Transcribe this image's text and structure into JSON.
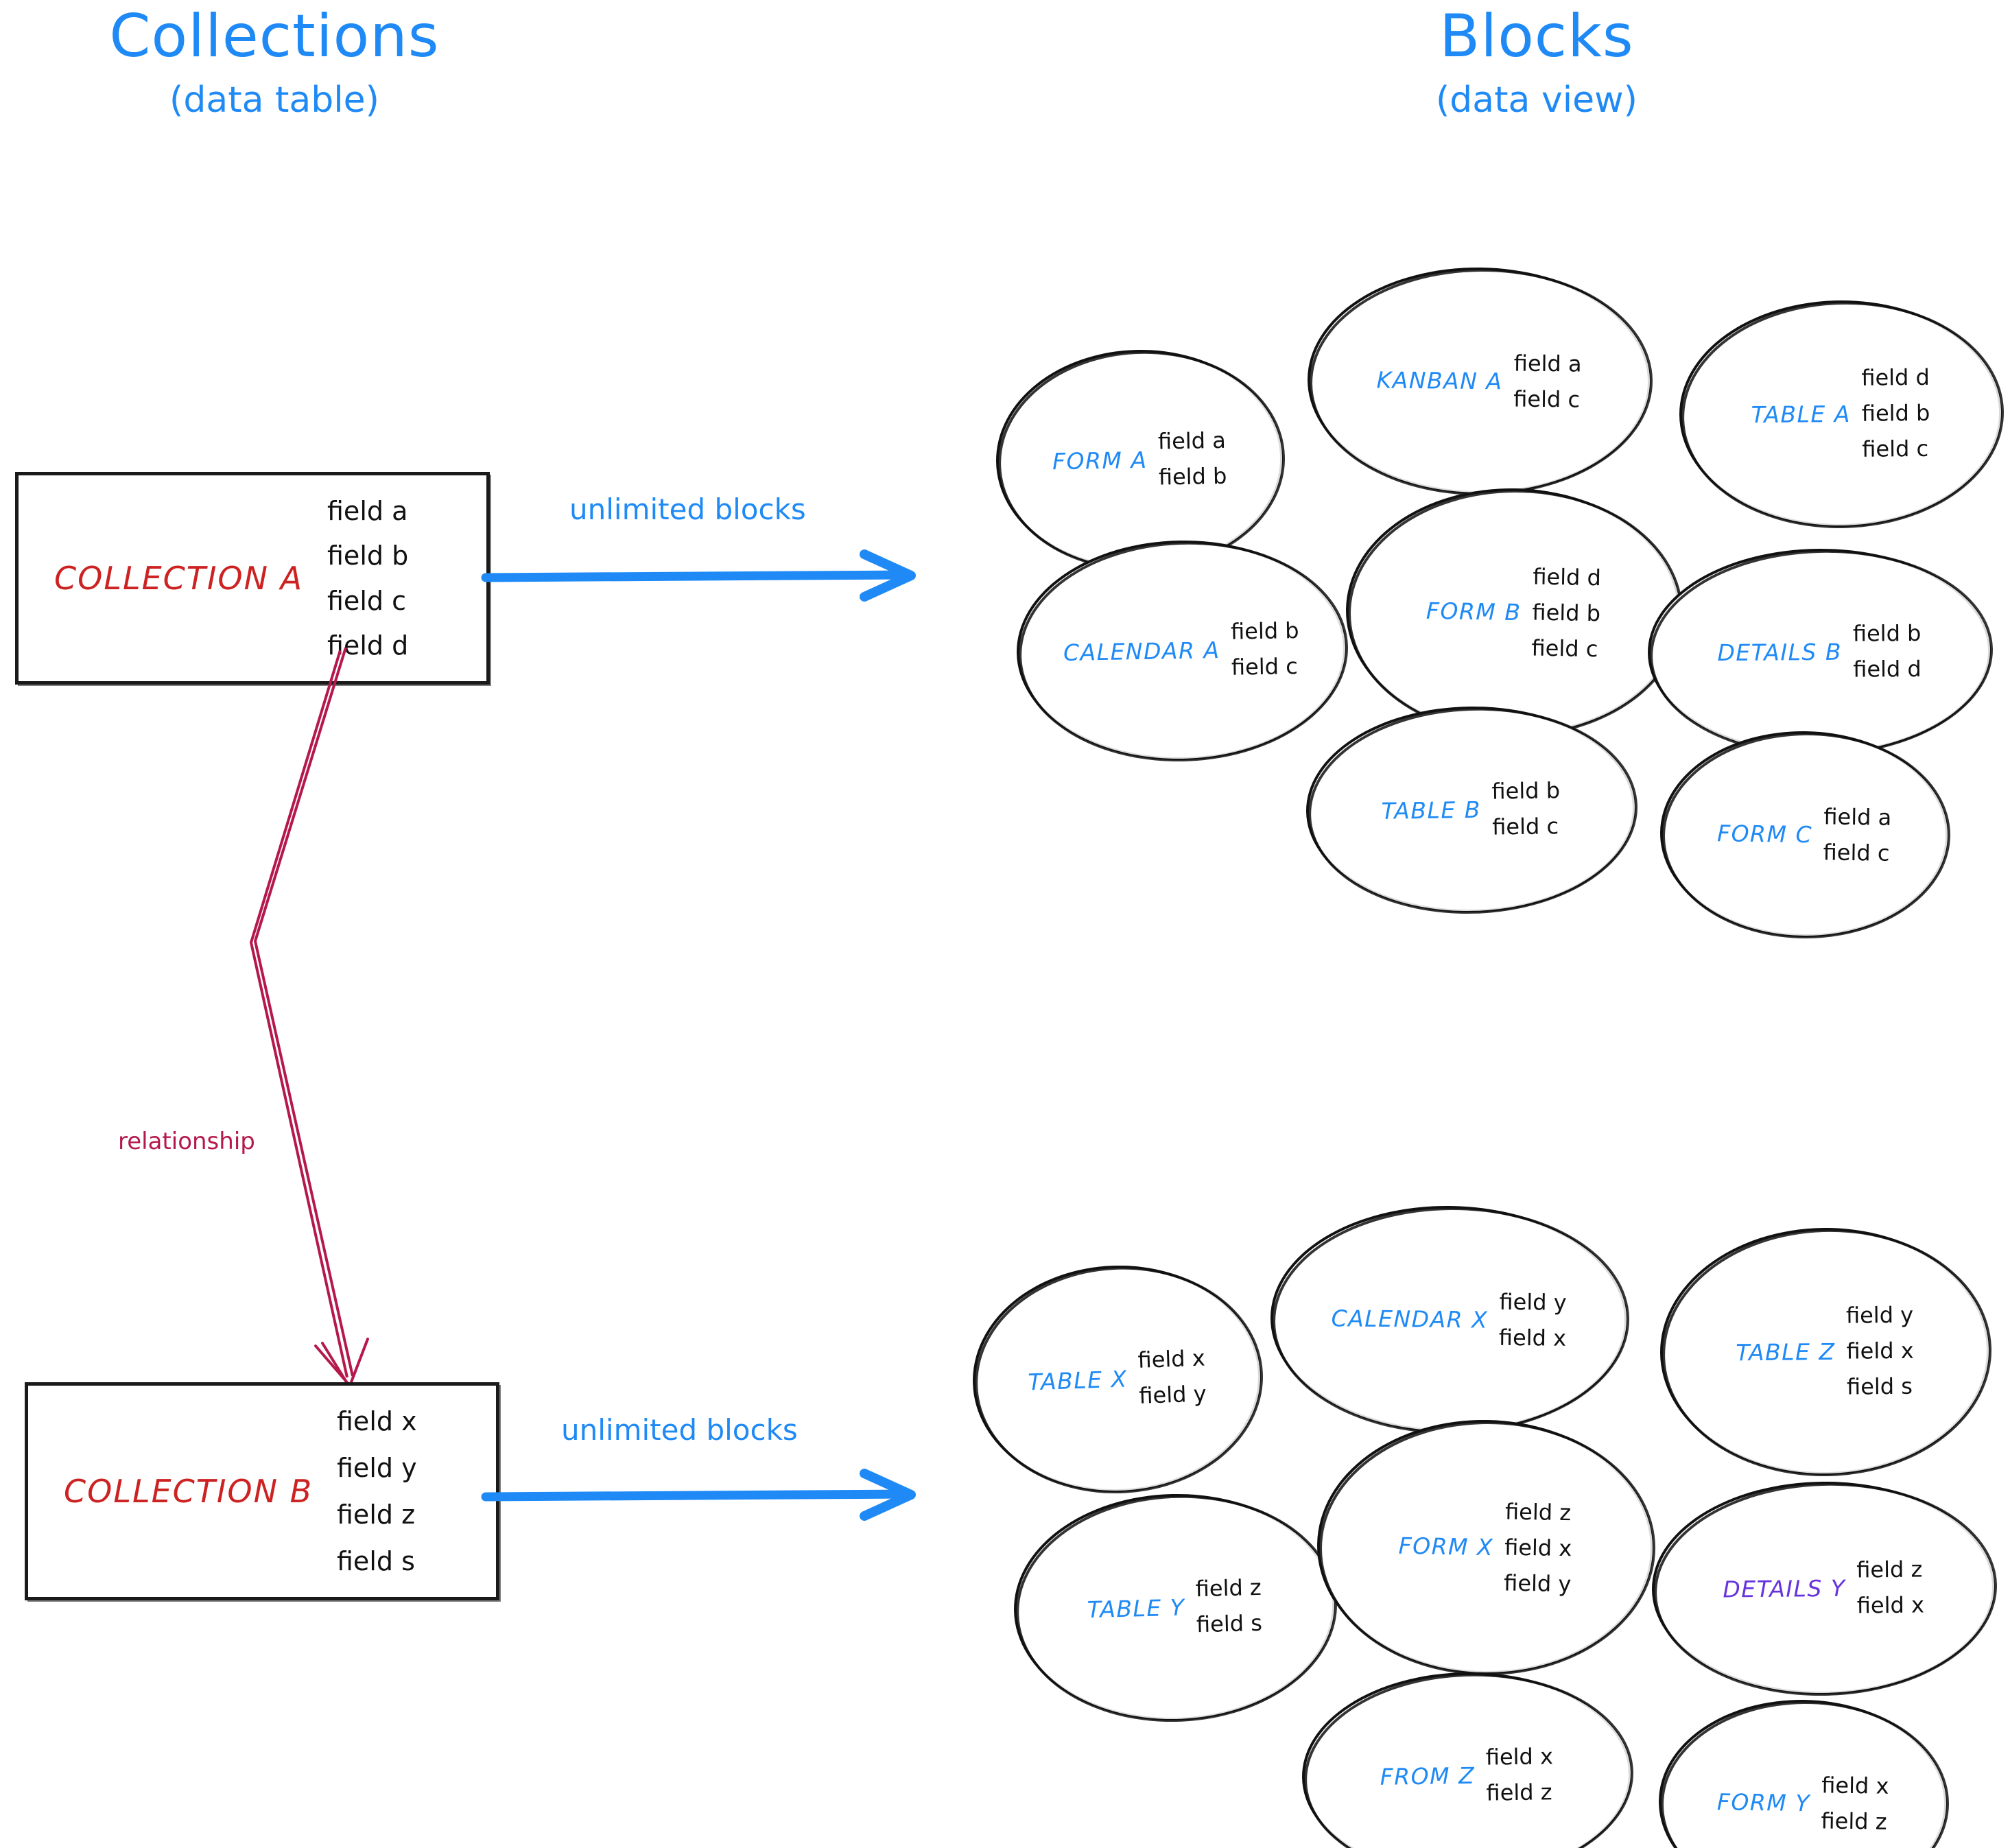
{
  "headings": {
    "left": {
      "main": "Collections",
      "sub": "(data table)"
    },
    "right": {
      "main": "Blocks",
      "sub": "(data view)"
    }
  },
  "colors": {
    "accent_blue": "#1f8af5",
    "collection_red": "#cc2222",
    "relationship_crimson": "#b5194c",
    "details_violet": "#6633dd",
    "ink_black": "#111111"
  },
  "collections": [
    {
      "name": "COLLECTION A",
      "fields": [
        "field a",
        "field b",
        "field c",
        "field d"
      ],
      "arrow_label": "unlimited blocks"
    },
    {
      "name": "COLLECTION B",
      "fields": [
        "field x",
        "field y",
        "field z",
        "field s"
      ],
      "arrow_label": "unlimited blocks"
    }
  ],
  "relationship": {
    "label": "relationship"
  },
  "block_groups": [
    {
      "id": "group-a",
      "blocks": [
        {
          "label": "FORM A",
          "fields": [
            "field a",
            "field b"
          ]
        },
        {
          "label": "KANBAN A",
          "fields": [
            "field a",
            "field c"
          ]
        },
        {
          "label": "TABLE A",
          "fields": [
            "field d",
            "field b",
            "field c"
          ]
        },
        {
          "label": "CALENDAR A",
          "fields": [
            "field b",
            "field c"
          ]
        },
        {
          "label": "FORM B",
          "fields": [
            "field d",
            "field b",
            "field c"
          ]
        },
        {
          "label": "DETAILS B",
          "fields": [
            "field b",
            "field d"
          ]
        },
        {
          "label": "TABLE B",
          "fields": [
            "field b",
            "field c"
          ]
        },
        {
          "label": "FORM C",
          "fields": [
            "field a",
            "field c"
          ]
        }
      ]
    },
    {
      "id": "group-b",
      "blocks": [
        {
          "label": "TABLE X",
          "fields": [
            "field x",
            "field y"
          ]
        },
        {
          "label": "CALENDAR X",
          "fields": [
            "field y",
            "field x"
          ]
        },
        {
          "label": "TABLE Z",
          "fields": [
            "field y",
            "field x",
            "field s"
          ]
        },
        {
          "label": "TABLE Y",
          "fields": [
            "field z",
            "field s"
          ]
        },
        {
          "label": "FORM X",
          "fields": [
            "field z",
            "field x",
            "field y"
          ]
        },
        {
          "label": "DETAILS Y",
          "fields": [
            "field z",
            "field x"
          ],
          "label_color": "violet"
        },
        {
          "label": "FROM Z",
          "fields": [
            "field x",
            "field z"
          ]
        },
        {
          "label": "FORM Y",
          "fields": [
            "field x",
            "field z"
          ]
        }
      ]
    }
  ]
}
